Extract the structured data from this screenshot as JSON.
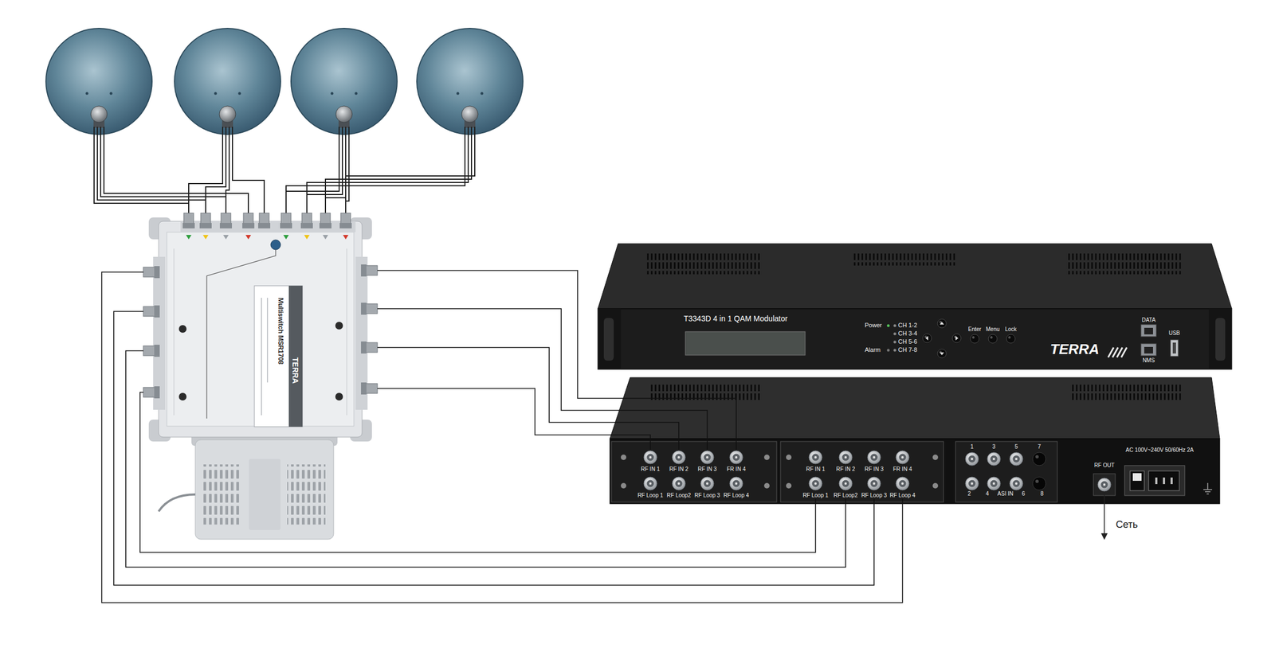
{
  "diagram": {
    "nodes": [
      {
        "text": [
          "TERRA",
          "Multiswitch MSR1708"
        ]
      },
      {
        "text": [
          "T3343D 4 in 1 QAM Modulator",
          "Power",
          "CH 1-2",
          "CH 3-4",
          "CH 5-6",
          "Alarm",
          "CH 7-8",
          "Enter",
          "Menu",
          "Lock",
          "TERRA",
          "DATA",
          "NMS",
          "USB"
        ]
      },
      {
        "text": [
          "AC 100V~240V 50/60Hz 2A"
        ]
      },
      {
        "text": [
          "RF IN 1"
        ],
        "in": 2
      },
      {
        "text": [
          "RF IN 2"
        ],
        "in": 2
      },
      {
        "text": [
          "RF IN 3"
        ],
        "in": 2
      },
      {
        "text": [
          "FR IN 4"
        ],
        "in": 2
      },
      {
        "text": [
          "RF Loop 1"
        ],
        "in": 2
      },
      {
        "text": [
          "RF Loop2"
        ],
        "in": 2
      },
      {
        "text": [
          "RF Loop 3"
        ],
        "in": 2
      },
      {
        "text": [
          "RF Loop 4"
        ],
        "in": 2
      },
      {
        "text": [
          "RF IN 1"
        ],
        "in": 2
      },
      {
        "text": [
          "RF IN 2"
        ],
        "in": 2
      },
      {
        "text": [
          "RF IN 3"
        ],
        "in": 2
      },
      {
        "text": [
          "FR IN 4"
        ],
        "in": 2
      },
      {
        "text": [
          "RF Loop 1"
        ],
        "in": 2
      },
      {
        "text": [
          "RF Loop2"
        ],
        "in": 2
      },
      {
        "text": [
          "RF Loop 3"
        ],
        "in": 2
      },
      {
        "text": [
          "RF Loop 4"
        ],
        "in": 2
      },
      {
        "text": [
          "1",
          "3",
          "5",
          "7",
          "2",
          "4",
          "ASI IN",
          "6",
          "8"
        ],
        "in": 2
      },
      {
        "text": [
          "RF OUT"
        ],
        "in": 2
      }
    ],
    "edges": [
      {
        "from": 0,
        "to": 6,
        "arrow": "none"
      },
      {
        "from": 0,
        "to": 5,
        "arrow": "none"
      },
      {
        "from": 0,
        "to": 4,
        "arrow": "none"
      },
      {
        "from": 0,
        "to": 3,
        "arrow": "none"
      },
      {
        "from": 0,
        "to": 18,
        "arrow": "none"
      },
      {
        "from": 0,
        "to": 17,
        "arrow": "none"
      },
      {
        "from": 0,
        "to": 16,
        "arrow": "none"
      },
      {
        "from": 0,
        "to": 15,
        "arrow": "none"
      }
    ],
    "labels": [
      "Сеть"
    ]
  }
}
